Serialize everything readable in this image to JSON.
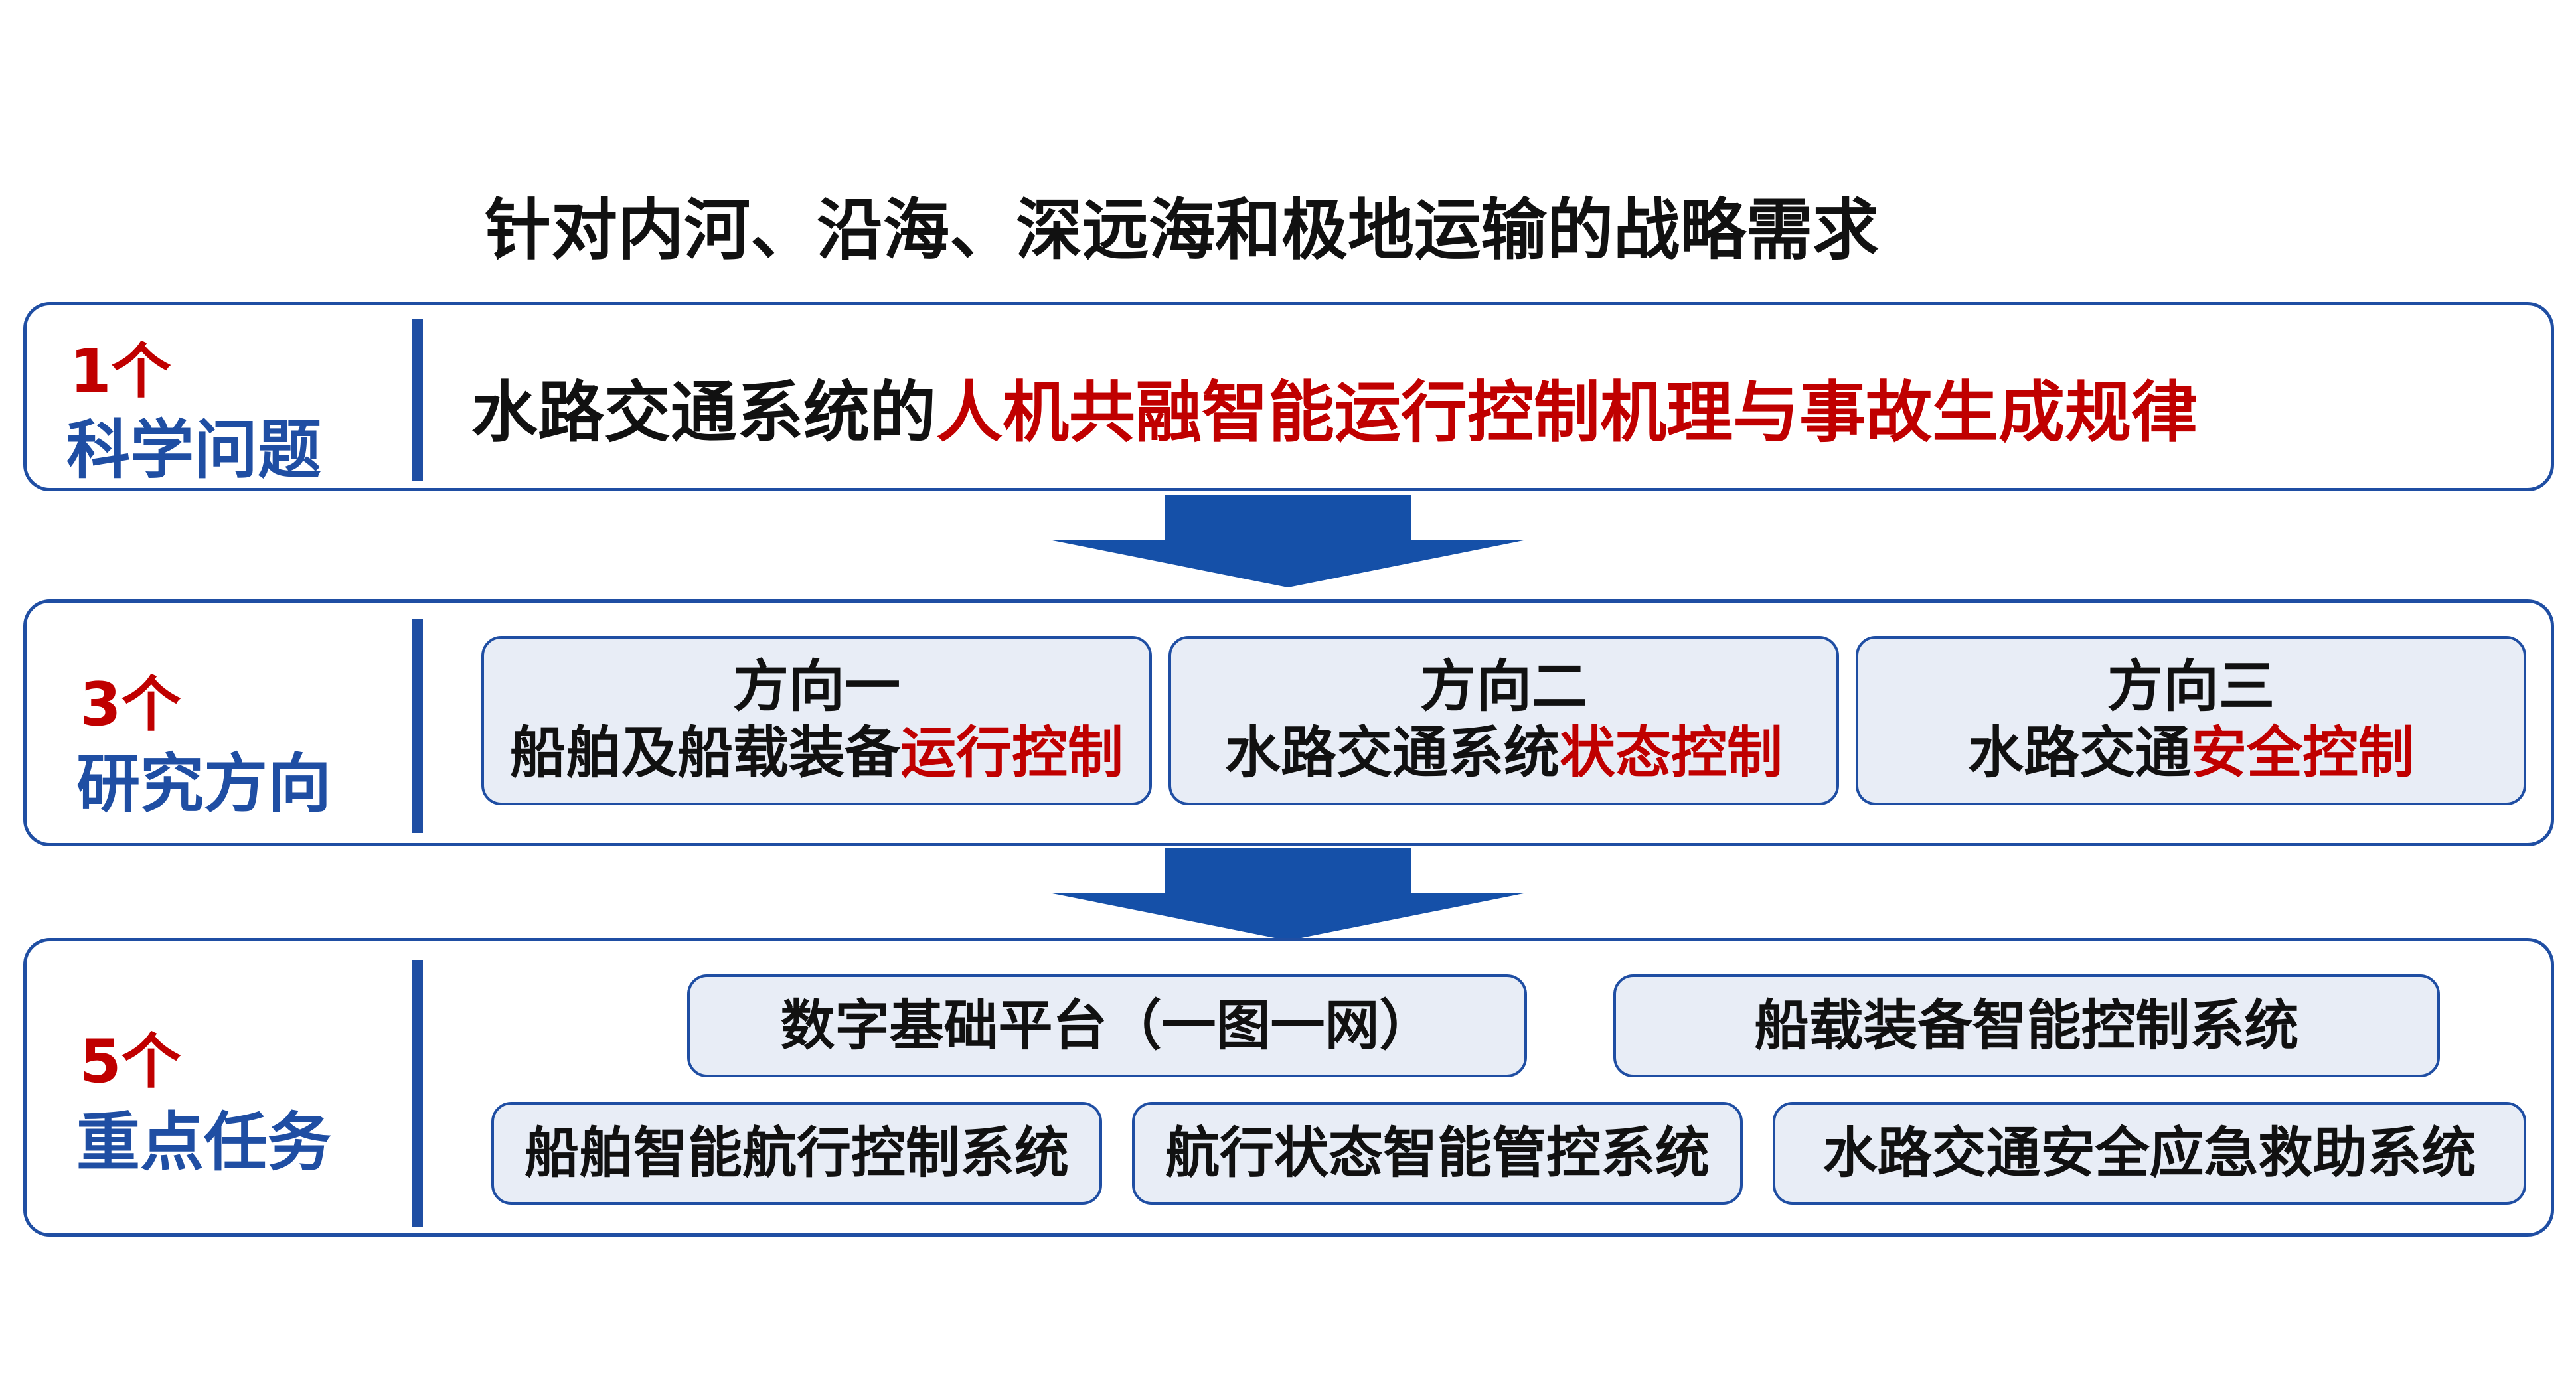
{
  "title": "针对内河、沿海、深远海和极地运输的战略需求",
  "sections": [
    {
      "count": "1个",
      "label": "科学问题",
      "problem": {
        "prefix": "水路交通系统的",
        "highlight": "人机共融智能运行控制机理与事故生成规律"
      }
    },
    {
      "count": "3个",
      "label": "研究方向",
      "directions": [
        {
          "title": "方向一",
          "prefix": "船舶及船载装备",
          "highlight": "运行控制"
        },
        {
          "title": "方向二",
          "prefix": "水路交通系统",
          "highlight": "状态控制"
        },
        {
          "title": "方向三",
          "prefix": "水路交通",
          "highlight": "安全控制"
        }
      ]
    },
    {
      "count": "5个",
      "label": "重点任务",
      "tasks": [
        "数字基础平台（一图一网）",
        "船载装备智能控制系统",
        "船舶智能航行控制系统",
        "航行状态智能管控系统",
        "水路交通安全应急救助系统"
      ]
    }
  ],
  "colors": {
    "frame": "#1f4ea3",
    "highlight": "#c00000",
    "card_fill": "#e8edf6",
    "arrow": "#1550a8"
  }
}
